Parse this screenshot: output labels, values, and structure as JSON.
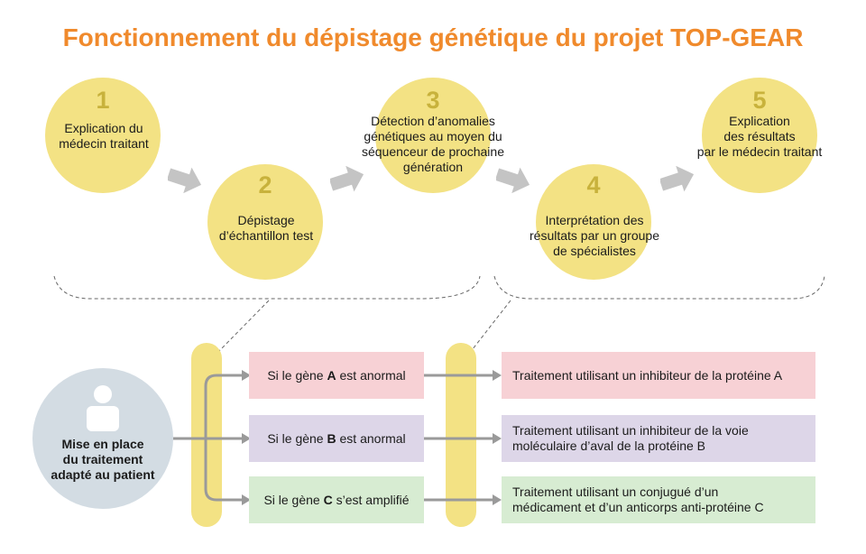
{
  "title": "Fonctionnement du dépistage génétique du projet TOP-GEAR",
  "steps": [
    {
      "number": "1",
      "label": "Explication du\nmédecin traitant"
    },
    {
      "number": "2",
      "label": "Dépistage\nd’échantillon test"
    },
    {
      "number": "3",
      "label": "Détection d’anomalies\ngénétiques au moyen du\nséquenceur de prochaine\ngénération"
    },
    {
      "number": "4",
      "label": "Interprétation des\nrésultats par un groupe\nde spécialistes"
    },
    {
      "number": "5",
      "label": "Explication\ndes résultats\npar le médecin traitant"
    }
  ],
  "patient": {
    "label": "Mise en place\ndu traitement\nadapté au patient"
  },
  "conditions": [
    {
      "prefix": "Si le gène ",
      "gene": "A",
      "suffix": " est anormal"
    },
    {
      "prefix": "Si le gène ",
      "gene": "B",
      "suffix": " est anormal"
    },
    {
      "prefix": "Si le gène ",
      "gene": "C",
      "suffix": " s’est amplifié"
    }
  ],
  "treatments": [
    {
      "label": "Traitement utilisant un inhibiteur de la protéine A"
    },
    {
      "label": "Traitement utilisant un inhibiteur de la voie\nmoléculaire d’aval de la protéine B"
    },
    {
      "label": "Traitement utilisant un conjugué d’un\nmédicament et d’un anticorps anti-protéine C"
    }
  ],
  "colors": {
    "title": "#f08a2c",
    "circle": "#f3e284",
    "number": "#c8b23c",
    "arrow": "#c4c4c4",
    "patient_circle": "#d3dce3",
    "row_a": "#f7d1d5",
    "row_b": "#ddd6e8",
    "row_c": "#d7ecd2"
  },
  "icons": [
    "chevron-right-arrow-icon",
    "person-icon",
    "dashed-brace",
    "flow-arrow-icon"
  ]
}
